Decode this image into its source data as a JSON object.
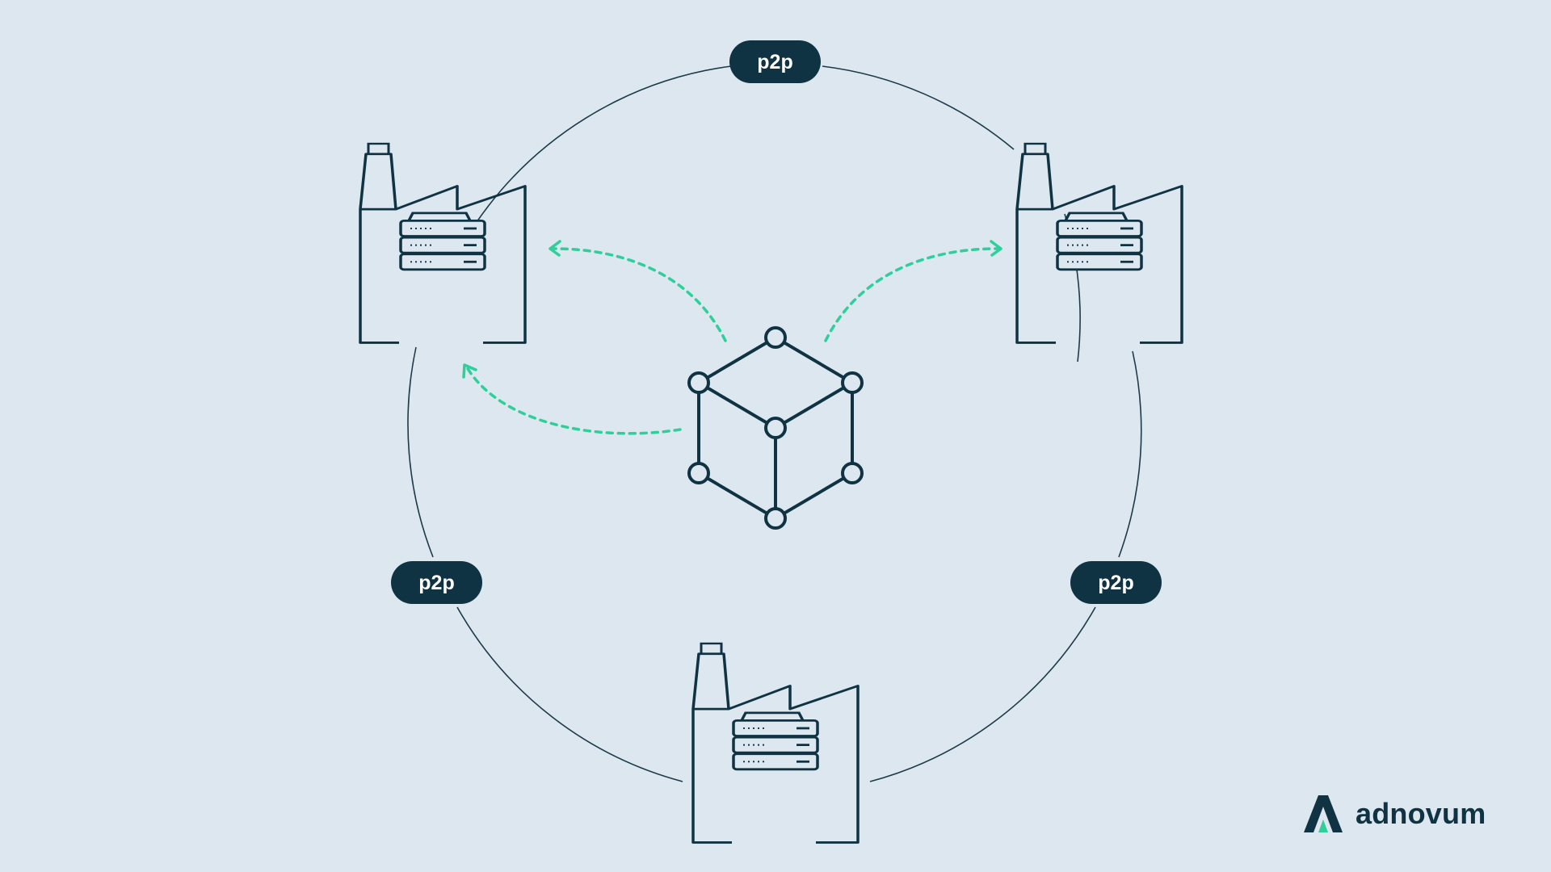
{
  "nodes": {
    "labels": [
      "p2p",
      "p2p",
      "p2p"
    ]
  },
  "brand": {
    "name": "adnovum",
    "colors": {
      "dark": "#0f3343",
      "accent": "#2fcf9c",
      "background": "#dde7ef"
    }
  },
  "icons": [
    "factory-server-icon",
    "blockchain-cube-icon",
    "adnovum-logo-icon"
  ]
}
